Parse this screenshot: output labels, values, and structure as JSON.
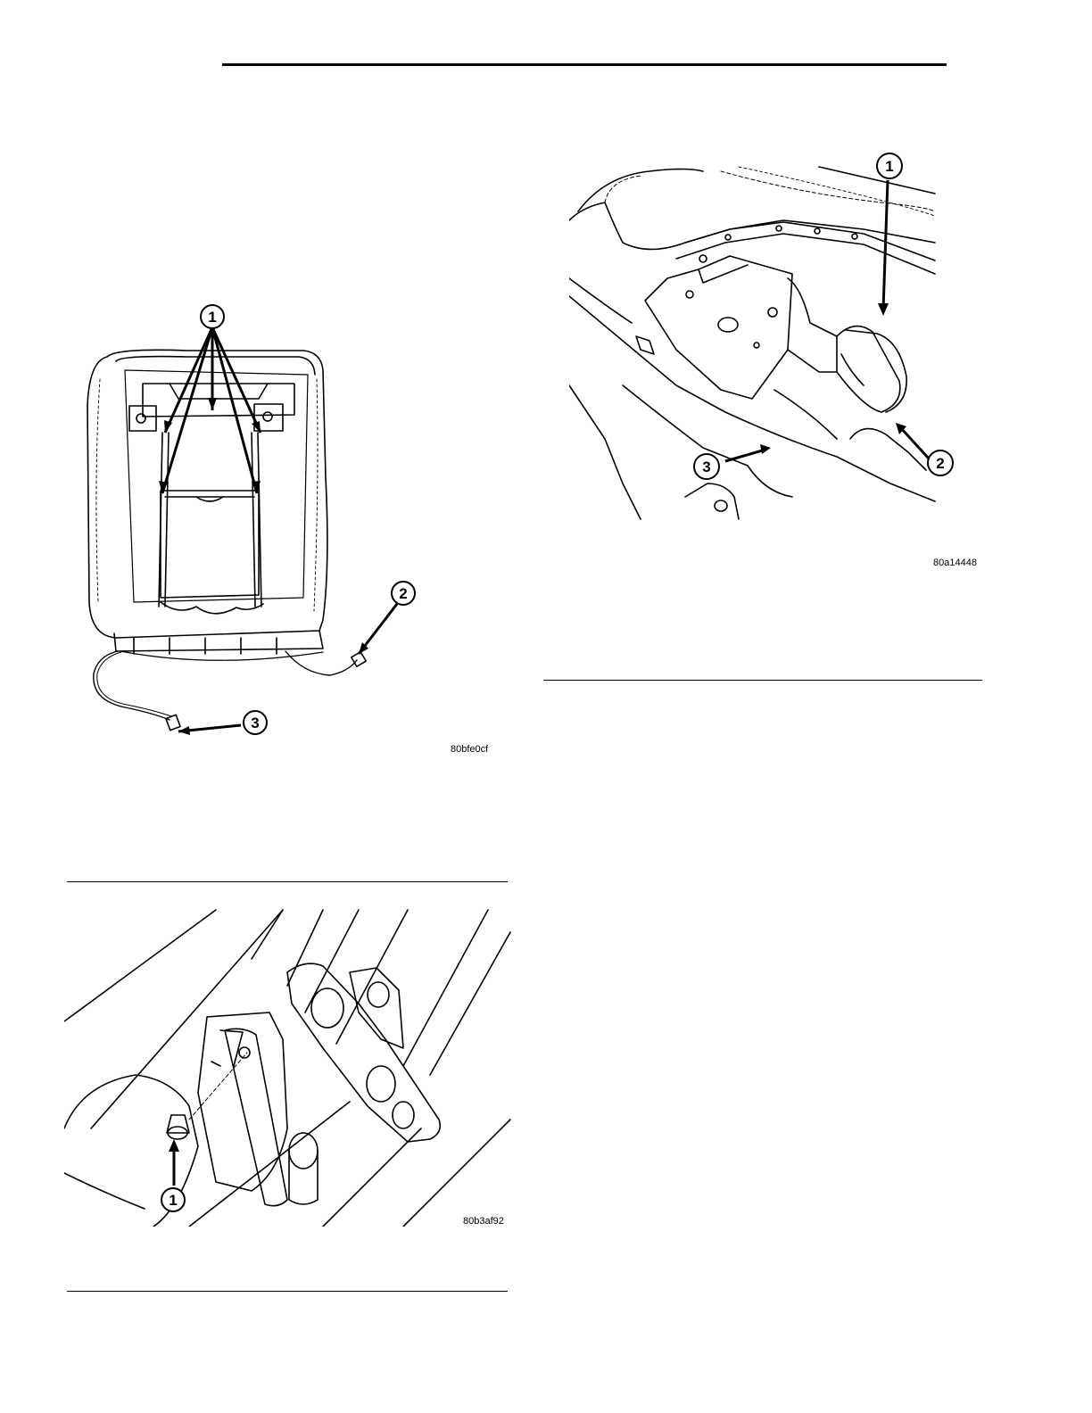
{
  "page": {
    "background": "#ffffff",
    "ink": "#000000"
  },
  "figures": [
    {
      "id": "seatback-rear-view",
      "subject": "seatback frame with wire harness",
      "callouts": [
        "1",
        "2",
        "3"
      ],
      "ref_code": "80bfe0cf"
    },
    {
      "id": "recliner-bolt",
      "subject": "seat recliner hinge with retaining bolt",
      "callouts": [
        "1"
      ],
      "ref_code": "80b3af92"
    },
    {
      "id": "recliner-handle",
      "subject": "seat cushion side shield with recliner handle",
      "callouts": [
        "1",
        "2",
        "3"
      ],
      "ref_code": "80a14448"
    }
  ]
}
